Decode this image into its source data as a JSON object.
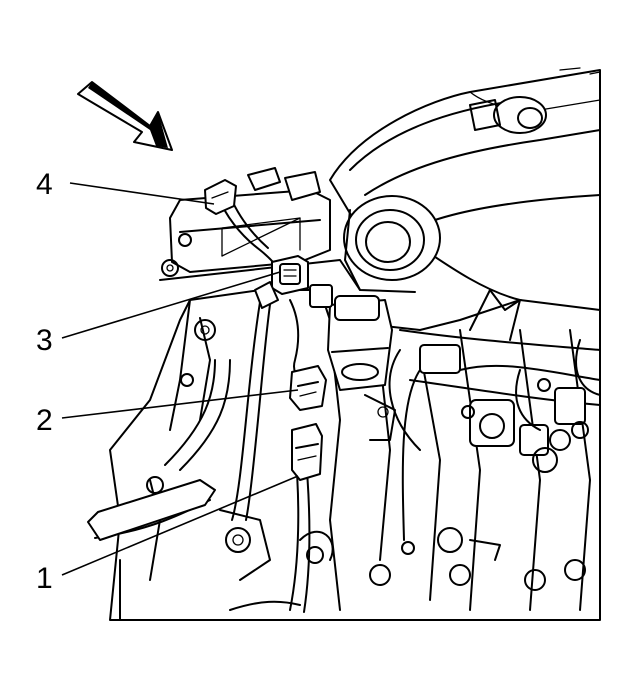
{
  "callouts": [
    {
      "id": "1",
      "label": "1"
    },
    {
      "id": "2",
      "label": "2"
    },
    {
      "id": "3",
      "label": "3"
    },
    {
      "id": "4",
      "label": "4"
    }
  ],
  "direction_arrow": {
    "icon": "front-direction-arrow-icon"
  },
  "colors": {
    "line": "#000000",
    "background": "#ffffff"
  }
}
